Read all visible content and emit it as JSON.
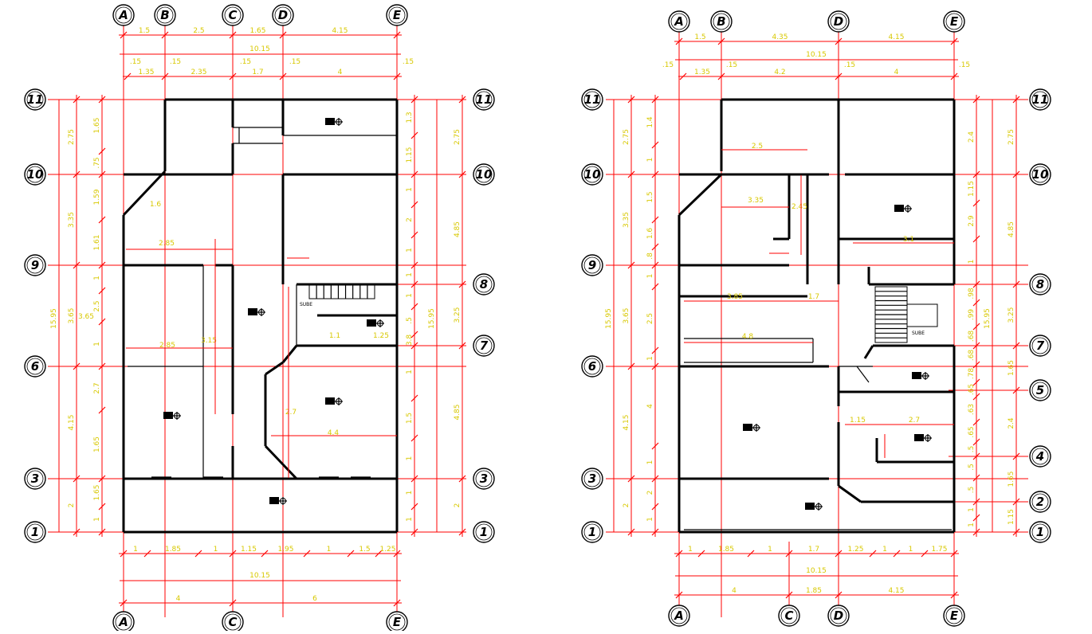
{
  "plans": [
    {
      "id": "left",
      "grid_cols": [
        "A",
        "B",
        "C",
        "D",
        "E"
      ],
      "grid_cols_bottom": [
        "A",
        "C",
        "E"
      ],
      "grid_rows": [
        "11",
        "10",
        "9",
        "6",
        "3",
        "1"
      ],
      "grid_rows_right": [
        "11",
        "10",
        "8",
        "7",
        "3",
        "1"
      ],
      "top_dims_1": [
        "1.5",
        "2.5",
        "1.65",
        "4.15"
      ],
      "top_total": "10.15",
      "top_dims_2": [
        "1.35",
        "2.35",
        "1.7",
        "4"
      ],
      "top_marks": [
        ".15",
        ".15",
        ".15",
        ".15",
        ".15"
      ],
      "left_dims_outer": [
        "2.75",
        "3.35",
        "3.65",
        "4.15",
        "2"
      ],
      "left_total": "15.95",
      "right_dims_outer": [
        "2.75",
        "4.85",
        "3.25",
        "4.85",
        "2"
      ],
      "bottom_dims_1": [
        "1",
        "1.85",
        "1",
        "1.15",
        "1.95",
        "1",
        "1.5",
        "1.25"
      ],
      "bottom_total": "10.15",
      "bottom_dims_2": [
        "4",
        "6"
      ],
      "room_dims": [
        "2.85",
        "2.85",
        "3.15",
        "4.4",
        "2.7",
        "1.1",
        "1.25",
        "1.6",
        "3.65"
      ],
      "labels": [
        "SUBE"
      ]
    },
    {
      "id": "right",
      "grid_cols": [
        "A",
        "B",
        "D",
        "E"
      ],
      "grid_cols_bottom": [
        "A",
        "C",
        "D",
        "E"
      ],
      "grid_rows": [
        "11",
        "10",
        "9",
        "6",
        "3",
        "1"
      ],
      "grid_rows_right": [
        "11",
        "10",
        "8",
        "7",
        "5",
        "4",
        "2",
        "1"
      ],
      "top_dims_1": [
        "1.5",
        "4.35",
        "4.15"
      ],
      "top_total": "10.15",
      "top_dims_2": [
        "1.35",
        "4.2",
        "4"
      ],
      "top_marks": [
        ".15",
        ".15",
        ".15",
        ".15"
      ],
      "left_dims_outer": [
        "2.75",
        "3.35",
        "3.65",
        "4.15",
        "2"
      ],
      "left_total": "15.95",
      "right_dims_outer": [
        "2.75",
        "4.85",
        "3.25",
        "1.65",
        "2.4",
        "1.65",
        "1.15"
      ],
      "bottom_dims_1": [
        "1",
        "1.85",
        "1",
        "1.7",
        "1.25",
        "1",
        "1",
        "1.75"
      ],
      "bottom_total": "10.15",
      "bottom_dims_2": [
        "4",
        "1.85",
        "4.15"
      ],
      "room_dims": [
        "2.5",
        "3.35",
        "2.45",
        "3.1",
        "3.85",
        "1.7",
        "4.8",
        "1.15",
        "2.7"
      ],
      "labels": [
        "SUBE"
      ]
    }
  ]
}
